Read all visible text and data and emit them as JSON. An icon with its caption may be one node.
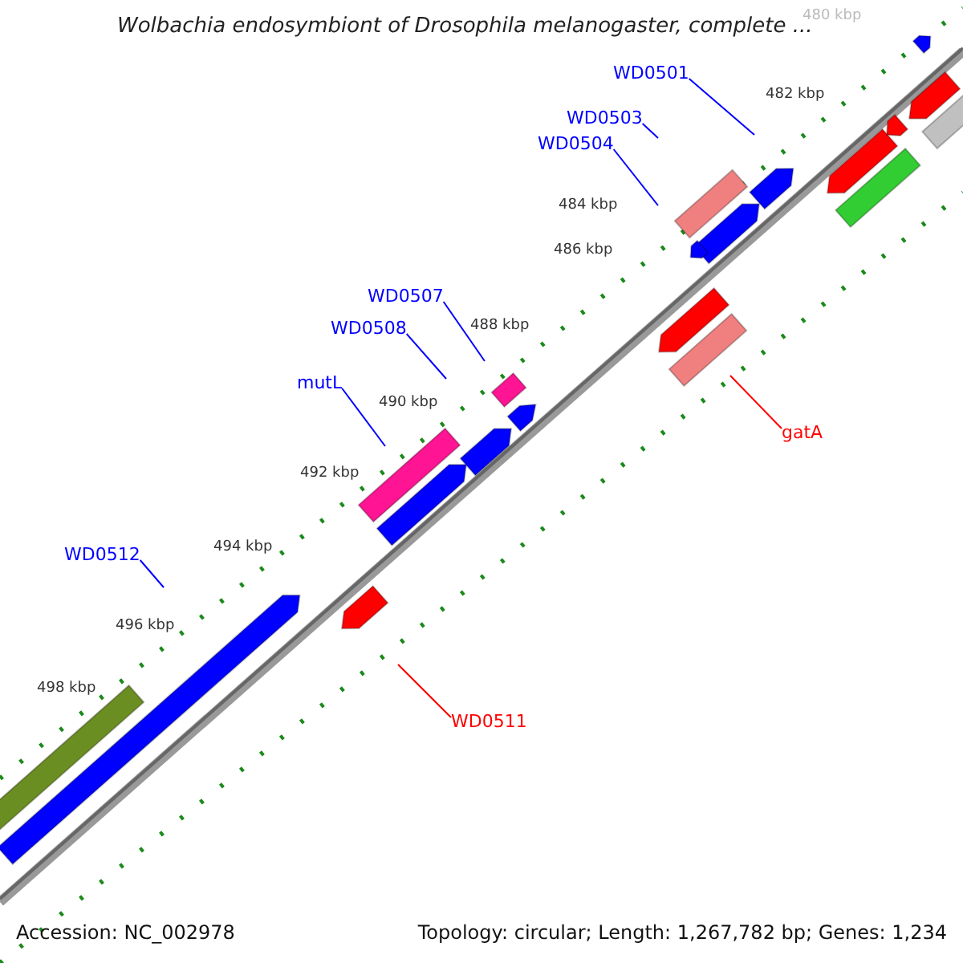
{
  "diagram": {
    "title": "Wolbachia endosymbiont of Drosophila melanogaster, complete ...",
    "nodes": [
      {
        "text": [
          "WD0501"
        ]
      },
      {
        "text": [
          "WD0503"
        ]
      },
      {
        "text": [
          "WD0504"
        ]
      },
      {
        "text": [
          "WD0507"
        ]
      },
      {
        "text": [
          "WD0508"
        ]
      },
      {
        "text": [
          "mutL"
        ]
      },
      {
        "text": [
          "WD0512"
        ]
      },
      {
        "text": [
          "gatA"
        ]
      },
      {
        "text": [
          "WD0511"
        ]
      }
    ],
    "edges": [
      {
        "from": 0,
        "to": null,
        "arrow": "none"
      },
      {
        "from": 1,
        "to": null,
        "arrow": "none"
      },
      {
        "from": 2,
        "to": null,
        "arrow": "none"
      },
      {
        "from": 3,
        "to": null,
        "arrow": "none"
      },
      {
        "from": 4,
        "to": null,
        "arrow": "none"
      },
      {
        "from": 5,
        "to": null,
        "arrow": "none"
      },
      {
        "from": 6,
        "to": null,
        "arrow": "none"
      },
      {
        "from": 7,
        "to": null,
        "arrow": "none",
        "color": "#ff0000"
      },
      {
        "from": 8,
        "to": null,
        "arrow": "none",
        "color": "#ff0000"
      }
    ],
    "labels": [
      "480 kbp",
      "482 kbp",
      "484 kbp",
      "486 kbp",
      "488 kbp",
      "490 kbp",
      "492 kbp",
      "494 kbp",
      "496 kbp",
      "498 kbp",
      "Accession: NC_002978",
      "Topology: circular; Length: 1,267,782 bp; Genes: 1,234"
    ]
  }
}
